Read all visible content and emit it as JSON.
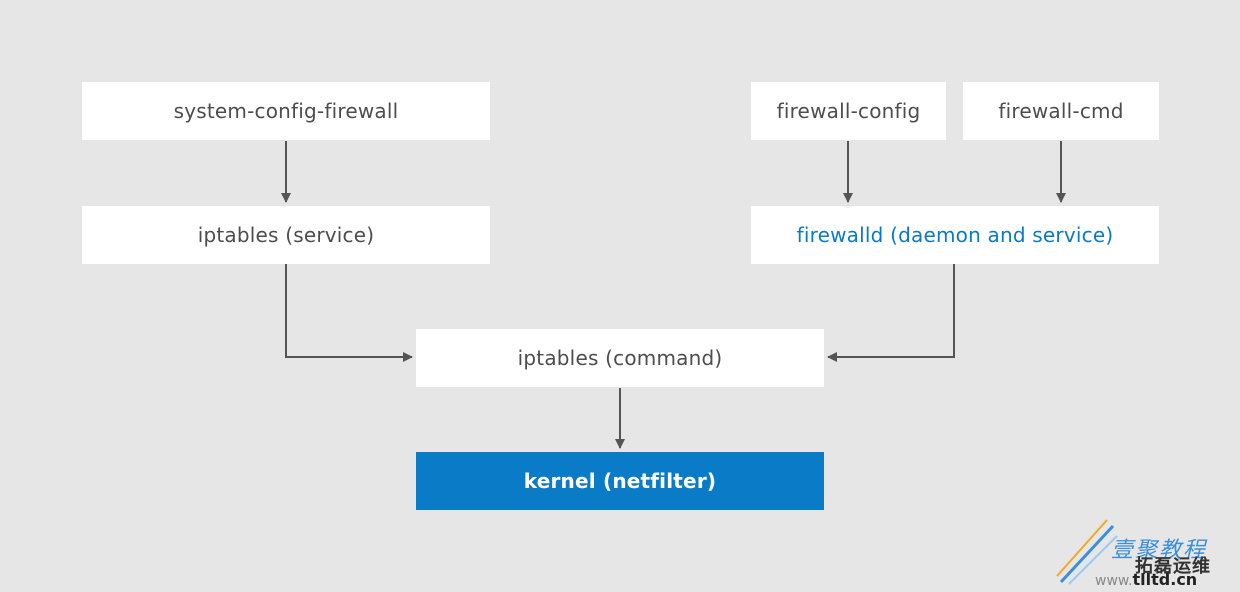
{
  "diagram": {
    "nodes": {
      "system_config_firewall": "system-config-firewall",
      "iptables_service": "iptables (service)",
      "firewall_config": "firewall-config",
      "firewall_cmd": "firewall-cmd",
      "firewalld": "firewalld (daemon and service)",
      "iptables_command": "iptables (command)",
      "kernel": "kernel (netfilter)"
    },
    "edges": [
      {
        "from": "system-config-firewall",
        "to": "iptables (service)"
      },
      {
        "from": "firewall-config",
        "to": "firewalld (daemon and service)"
      },
      {
        "from": "firewall-cmd",
        "to": "firewalld (daemon and service)"
      },
      {
        "from": "iptables (service)",
        "to": "iptables (command)"
      },
      {
        "from": "firewalld (daemon and service)",
        "to": "iptables (command)"
      },
      {
        "from": "iptables (command)",
        "to": "kernel (netfilter)"
      }
    ]
  },
  "colors": {
    "background": "#e6e6e6",
    "node_fill": "#ffffff",
    "node_text": "#4d4d4d",
    "accent": "#0a7cc7",
    "edge": "#555555"
  },
  "watermark": {
    "line1": "壹聚教程",
    "line2": "拓磊运维",
    "line3_prefix": "www.",
    "line3_domain": "tlltd.cn"
  }
}
